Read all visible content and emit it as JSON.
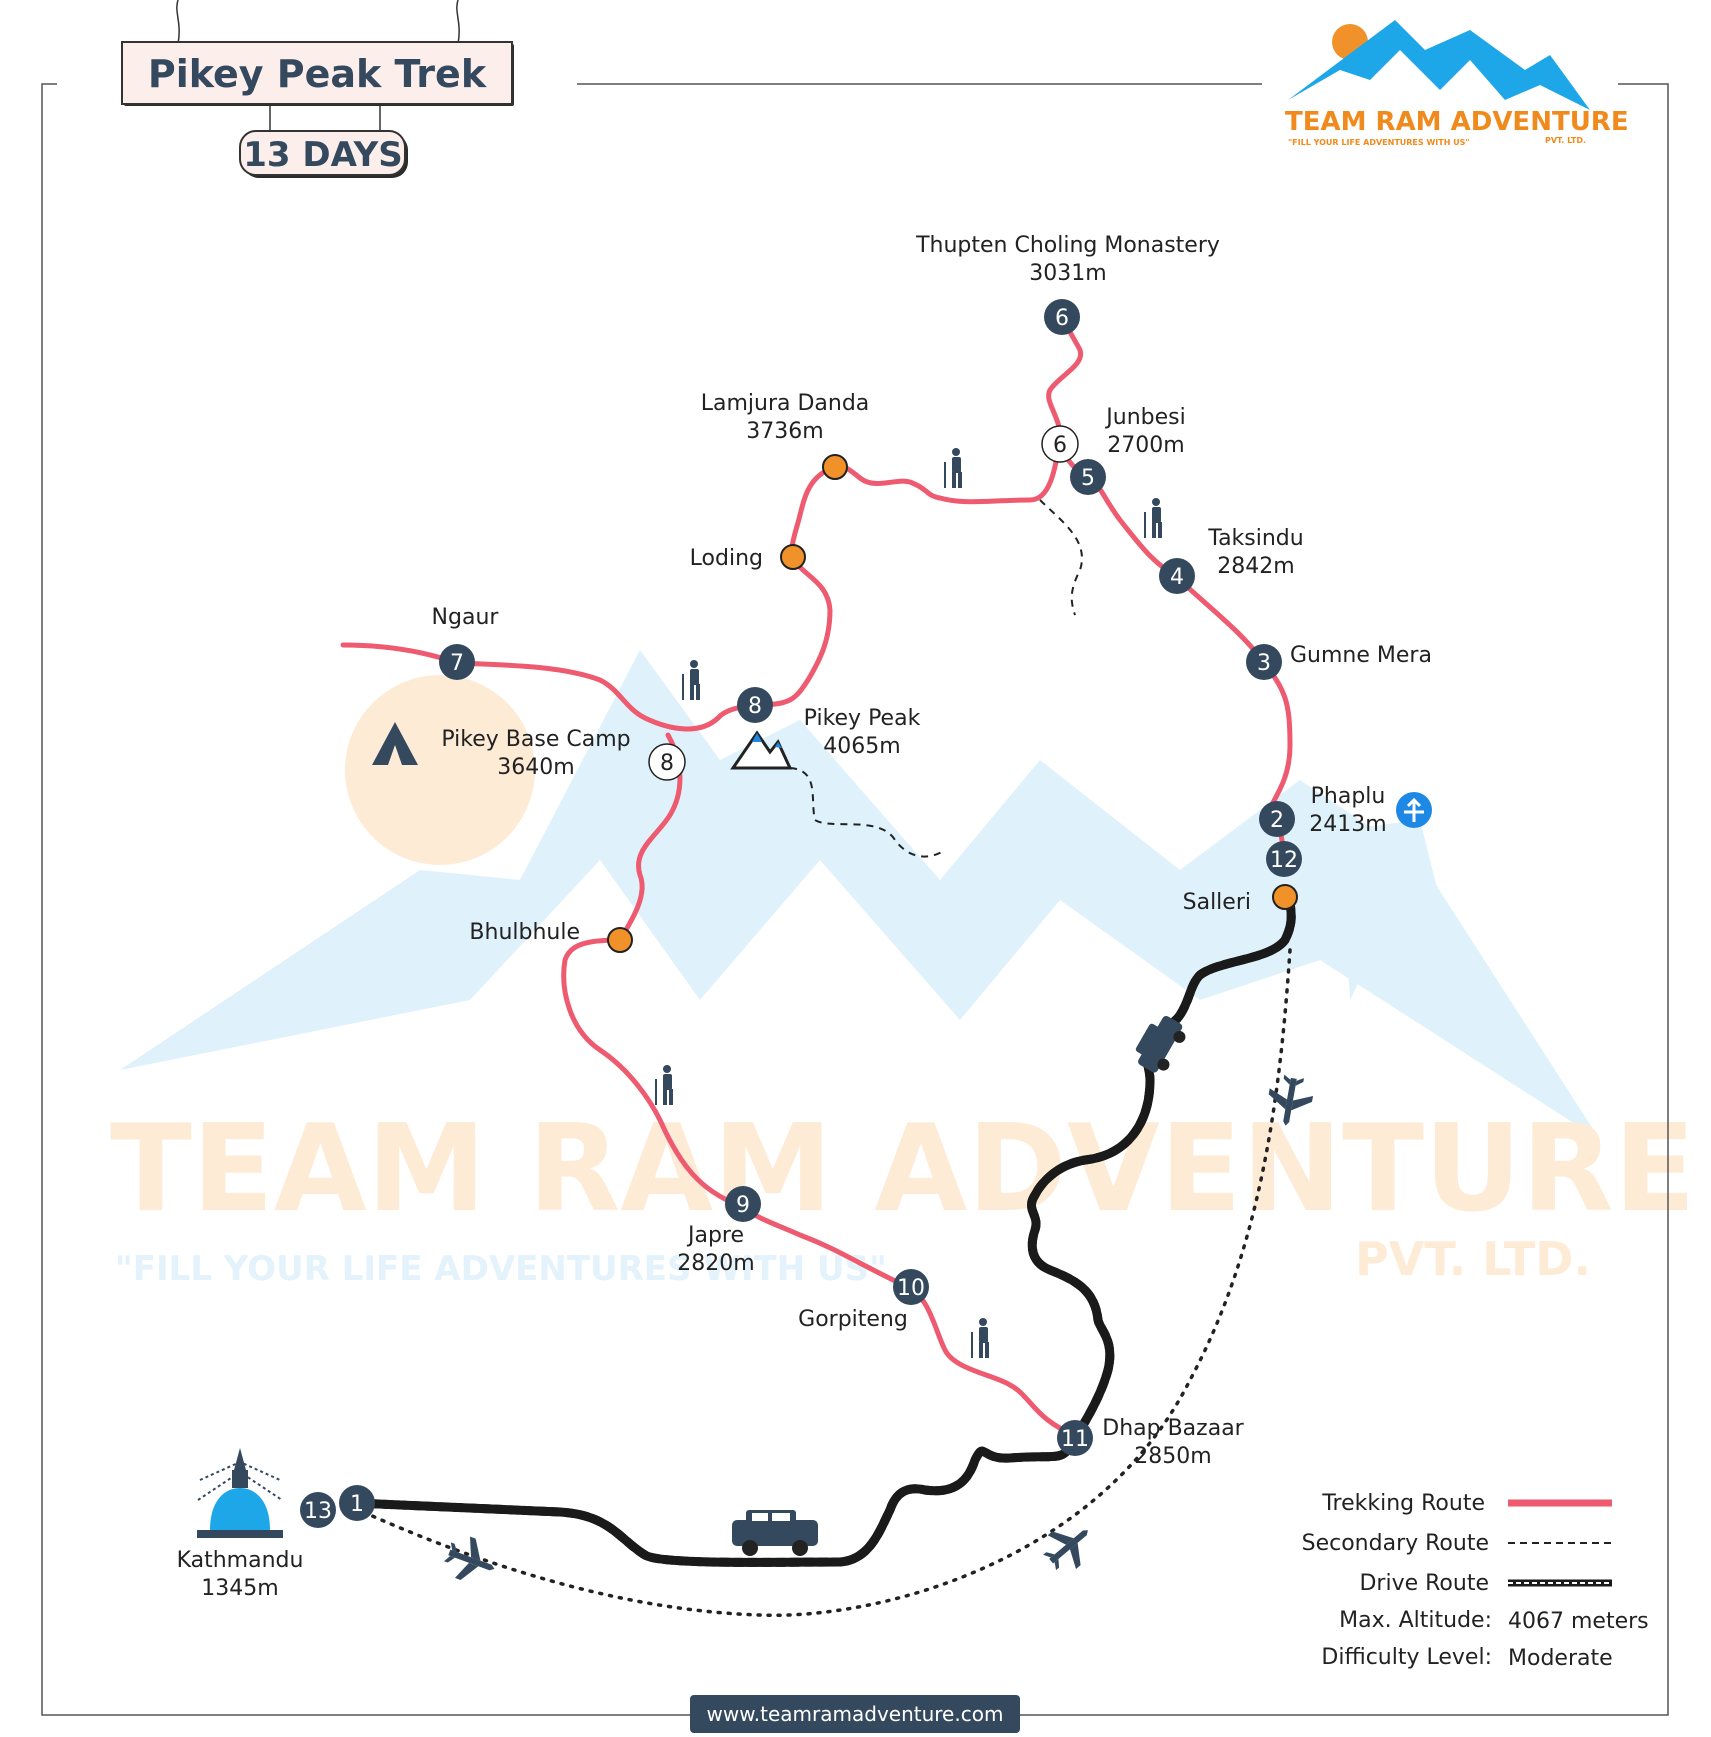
{
  "title": {
    "name": "Pikey Peak Trek",
    "days": "13 DAYS"
  },
  "brand": {
    "name": "TEAM RAM ADVENTURE",
    "tagline": "\"FILL YOUR LIFE ADVENTURES WITH US\"",
    "suffix": "PVT. LTD."
  },
  "places": {
    "thupten": {
      "name": "Thupten Choling Monastery",
      "alt": "3031m"
    },
    "lamjura": {
      "name": "Lamjura Danda",
      "alt": "3736m"
    },
    "junbesi": {
      "name": "Junbesi",
      "alt": "2700m"
    },
    "taksindu": {
      "name": "Taksindu",
      "alt": "2842m"
    },
    "loding": {
      "name": "Loding"
    },
    "ngaur": {
      "name": "Ngaur"
    },
    "gumne": {
      "name": "Gumne Mera"
    },
    "pikey_peak": {
      "name": "Pikey Peak",
      "alt": "4065m"
    },
    "pikey_base": {
      "name": "Pikey Base Camp",
      "alt": "3640m"
    },
    "phaplu": {
      "name": "Phaplu",
      "alt": "2413m"
    },
    "salleri": {
      "name": "Salleri"
    },
    "bhulbhule": {
      "name": "Bhulbhule"
    },
    "japre": {
      "name": "Japre",
      "alt": "2820m"
    },
    "gorpiteng": {
      "name": "Gorpiteng"
    },
    "dhap": {
      "name": "Dhap Bazaar",
      "alt": "2850m"
    },
    "kathmandu": {
      "name": "Kathmandu",
      "alt": "1345m"
    }
  },
  "day_markers": {
    "d1": "1",
    "d2": "2",
    "d3": "3",
    "d4": "4",
    "d5": "5",
    "d6": "6",
    "d7": "7",
    "d8": "8",
    "d9": "9",
    "d10": "10",
    "d11": "11",
    "d12": "12",
    "d13": "13",
    "alt6": "6",
    "alt8": "8"
  },
  "legend": {
    "trekking": "Trekking Route",
    "secondary": "Secondary Route",
    "drive": "Drive Route",
    "max_alt_label": "Max. Altitude:",
    "max_alt_value": "4067 meters",
    "difficulty_label": "Difficulty Level:",
    "difficulty_value": "Moderate"
  },
  "footer": {
    "url": "www.teamramadventure.com"
  },
  "colors": {
    "trek": "#ee5a6f",
    "marker": "#34495e",
    "stop": "#f0912a",
    "airport": "#1e88e5",
    "watermark_mountain": "#dff1fb",
    "watermark_sun": "#fdebd6"
  },
  "icons": [
    "tent-icon",
    "mountain-peak-icon",
    "hiker-icon",
    "jeep-icon",
    "plane-icon",
    "airport-icon",
    "stupa-icon"
  ]
}
